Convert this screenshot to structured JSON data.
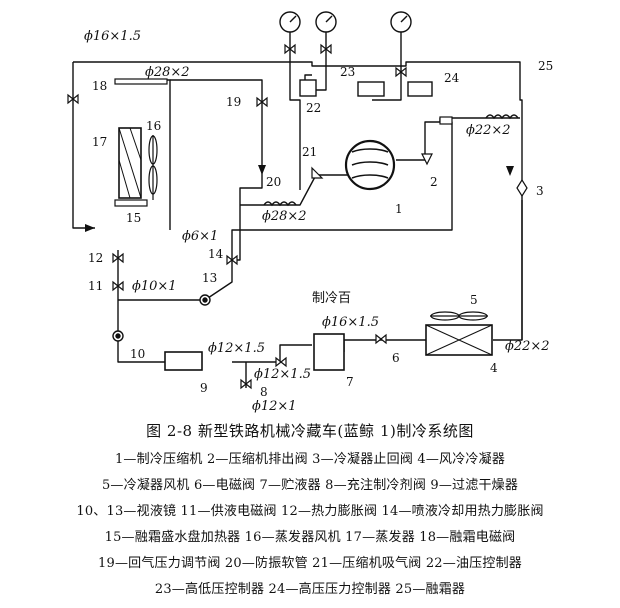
{
  "diagram": {
    "specs": {
      "pipe_16x15_top": "ϕ16×1.5",
      "pipe_28x2_top": "ϕ28×2",
      "pipe_22x2_right": "ϕ22×2",
      "pipe_28x2_mid": "ϕ28×2",
      "pipe_6x1": "ϕ6×1",
      "pipe_10x1": "ϕ10×1",
      "pipe_16x15_mid": "ϕ16×1.5",
      "pipe_22x2_low": "ϕ22×2",
      "pipe_12x15_a": "ϕ12×1.5",
      "pipe_12x15_b": "ϕ12×1.5",
      "pipe_12x1": "ϕ12×1"
    },
    "labels": {
      "n1": "1",
      "n2": "2",
      "n3": "3",
      "n4": "4",
      "n5": "5",
      "n6": "6",
      "n7": "7",
      "n8": "8",
      "n9": "9",
      "n10": "10",
      "n11": "11",
      "n12": "12",
      "n13": "13",
      "n14": "14",
      "n15": "15",
      "n16": "16",
      "n17": "17",
      "n18": "18",
      "n19": "19",
      "n20": "20",
      "n21": "21",
      "n22": "22",
      "n23": "23",
      "n24": "24",
      "n25": "25"
    },
    "watermark": "制冷百"
  },
  "caption": "图 2-8   新型铁路机械冷藏车(蓝鲸 1)制冷系统图",
  "legend": [
    "1—制冷压缩机   2—压缩机排出阀   3—冷凝器止回阀   4—风冷冷凝器",
    "5—冷凝器风机   6—电磁阀   7—贮液器   8—充注制冷剂阀   9—过滤干燥器",
    "10、13—视液镜   11—供液电磁阀   12—热力膨胀阀   14—喷液冷却用热力膨胀阀",
    "15—融霜盛水盘加热器   16—蒸发器风机   17—蒸发器   18—融霜电磁阀",
    "19—回气压力调节阀   20—防振软管   21—压缩机吸气阀   22—油压控制器",
    "23—高低压控制器   24—高压压力控制器   25—融霜器"
  ]
}
